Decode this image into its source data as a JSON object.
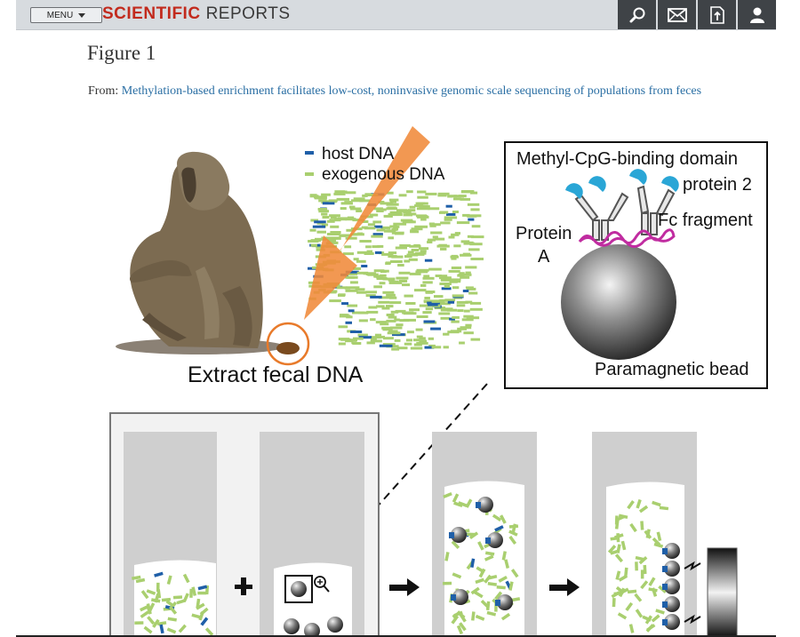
{
  "header": {
    "menu_label": "MENU",
    "brand_primary": "SCIENTIFIC",
    "brand_secondary": "REPORTS",
    "tools": [
      {
        "icon": "search-icon"
      },
      {
        "icon": "mail-icon"
      },
      {
        "icon": "download-icon"
      },
      {
        "icon": "user-icon"
      }
    ]
  },
  "page": {
    "title": "Figure 1",
    "from_prefix": "From:",
    "article_link": "Methylation-based enrichment facilitates low-cost, noninvasive genomic scale sequencing of populations from feces"
  },
  "figure": {
    "legend_host": "host DNA",
    "legend_exogenous": "exogenous DNA",
    "extract_label": "Extract fecal DNA",
    "inset_mbd_line1": "Methyl-CpG-binding domain",
    "inset_mbd_line2": "protein 2",
    "inset_fc": "Fc fragment",
    "inset_protein_a_line1": "Protein",
    "inset_protein_a_line2": "A",
    "inset_bead": "Paramagnetic bead",
    "plus_symbol": "+",
    "colors": {
      "host_dna": "#1f5fa8",
      "exogenous_dna": "#a9cf6f",
      "arrow": "#f08a3a",
      "baboon": "#7a6a52",
      "tube": "#cfcfcf",
      "protein_g": "#e6378d",
      "mbd": "#2aa6d6"
    }
  }
}
